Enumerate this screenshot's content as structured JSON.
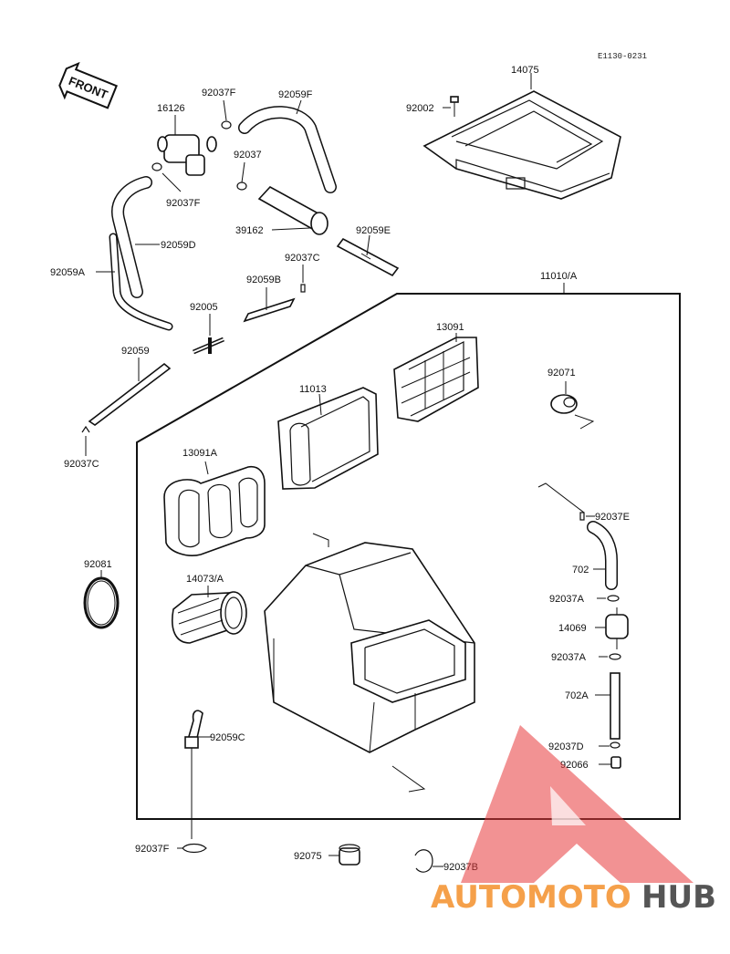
{
  "diagram_code": "E1130-0231",
  "front_label": "FRONT",
  "watermark": {
    "word_a": "AUTOMOTO",
    "word_b": "HUB",
    "color_a": "#f5a04a",
    "color_b": "#555555",
    "triangle_color": "#e8393a"
  },
  "labels": {
    "p14075": "14075",
    "p92002": "92002",
    "p16126": "16126",
    "p92037F_top": "92037F",
    "p92059F": "92059F",
    "p92037_a": "92037",
    "p92037F_mid": "92037F",
    "p39162": "39162",
    "p92059E": "92059E",
    "p92059D": "92059D",
    "p92059A": "92059A",
    "p92037C_a": "92037C",
    "p92059B": "92059B",
    "p11010A": "11010/A",
    "p92005": "92005",
    "p13091": "13091",
    "p92059": "92059",
    "p11013": "11013",
    "p92071": "92071",
    "p92037C_b": "92037C",
    "p13091A": "13091A",
    "p92037E": "92037E",
    "p92081": "92081",
    "p702": "702",
    "p14073A": "14073/A",
    "p92037A_a": "92037A",
    "p14069": "14069",
    "p92037A_b": "92037A",
    "p702A": "702A",
    "p92059C": "92059C",
    "p92037D": "92037D",
    "p92066": "92066",
    "p92037F_bot": "92037F",
    "p92075": "92075",
    "p92037B": "92037B"
  }
}
